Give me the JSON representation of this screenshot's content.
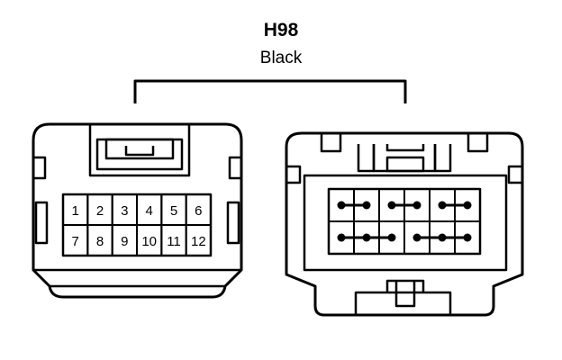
{
  "connector": {
    "id": "H98",
    "color": "Black"
  },
  "terminals": {
    "top_row": [
      "1",
      "2",
      "3",
      "4",
      "5",
      "6"
    ],
    "bottom_row": [
      "7",
      "8",
      "9",
      "10",
      "11",
      "12"
    ]
  },
  "jumpers": {
    "top_row_groups": [
      [
        1,
        2
      ],
      [
        3,
        4
      ],
      [
        5,
        6
      ]
    ],
    "bottom_row_groups": [
      [
        1,
        2,
        3
      ],
      [
        4,
        5,
        6
      ]
    ]
  },
  "colors": {
    "line": "#000000",
    "background": "#ffffff"
  }
}
